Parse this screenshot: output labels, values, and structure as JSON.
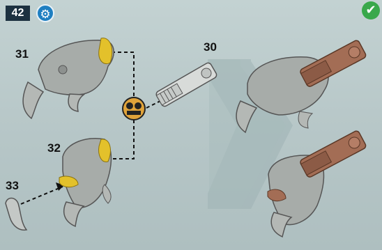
{
  "step_number": "42",
  "icons": {
    "gear": "gear-icon",
    "check": "check-icon",
    "dual": "dual-connection-icon"
  },
  "part_labels": {
    "p31": "31",
    "p30": "30",
    "p32": "32",
    "p33": "33"
  },
  "colors": {
    "accent_yellow": "#e8c12a",
    "gear_blue": "#1f7fc1",
    "check_green": "#39a84b",
    "bronze": "#a36d55",
    "silver": "#a5a9a7"
  }
}
